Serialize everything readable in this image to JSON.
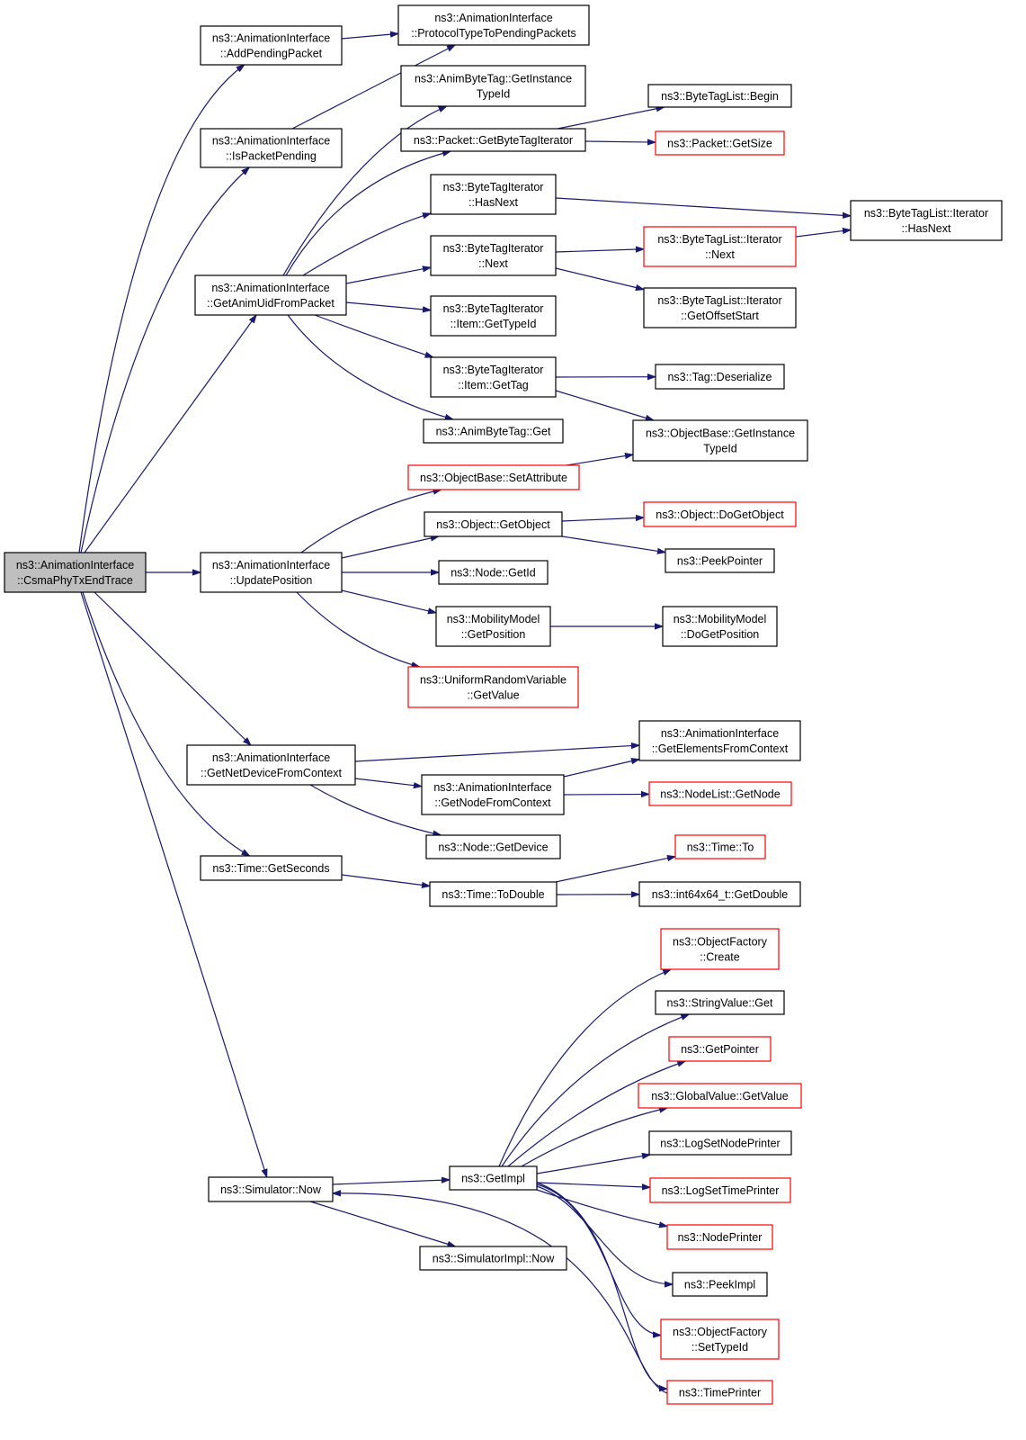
{
  "colors": {
    "edge": "#191970",
    "truncated_border": "#ff0000",
    "root_fill": "#bfbfbf",
    "border": "#000000"
  },
  "nodes": [
    {
      "id": "root",
      "lines": [
        "ns3::AnimationInterface",
        "::CsmaPhyTxEndTrace"
      ],
      "style": "root"
    },
    {
      "id": "add_pending",
      "lines": [
        "ns3::AnimationInterface",
        "::AddPendingPacket"
      ],
      "style": "normal"
    },
    {
      "id": "proto_type",
      "lines": [
        "ns3::AnimationInterface",
        "::ProtocolTypeToPendingPackets"
      ],
      "style": "normal"
    },
    {
      "id": "is_pending",
      "lines": [
        "ns3::AnimationInterface",
        "::IsPacketPending"
      ],
      "style": "normal"
    },
    {
      "id": "get_anim_uid",
      "lines": [
        "ns3::AnimationInterface",
        "::GetAnimUidFromPacket"
      ],
      "style": "normal"
    },
    {
      "id": "anim_gettypeid",
      "lines": [
        "ns3::AnimByteTag::GetInstance",
        "TypeId"
      ],
      "style": "normal"
    },
    {
      "id": "pkt_bytetagiter",
      "lines": [
        "ns3::Packet::GetByteTagIterator"
      ],
      "style": "normal"
    },
    {
      "id": "btl_begin",
      "lines": [
        "ns3::ByteTagList::Begin"
      ],
      "style": "normal"
    },
    {
      "id": "pkt_getsize",
      "lines": [
        "ns3::Packet::GetSize"
      ],
      "style": "trunc"
    },
    {
      "id": "bti_hasnext",
      "lines": [
        "ns3::ByteTagIterator",
        "::HasNext"
      ],
      "style": "normal"
    },
    {
      "id": "btli_hasnext",
      "lines": [
        "ns3::ByteTagList::Iterator",
        "::HasNext"
      ],
      "style": "normal"
    },
    {
      "id": "bti_next",
      "lines": [
        "ns3::ByteTagIterator",
        "::Next"
      ],
      "style": "normal"
    },
    {
      "id": "btli_next",
      "lines": [
        "ns3::ByteTagList::Iterator",
        "::Next"
      ],
      "style": "trunc"
    },
    {
      "id": "btli_offset",
      "lines": [
        "ns3::ByteTagList::Iterator",
        "::GetOffsetStart"
      ],
      "style": "normal"
    },
    {
      "id": "bti_item_typeid",
      "lines": [
        "ns3::ByteTagIterator",
        "::Item::GetTypeId"
      ],
      "style": "normal"
    },
    {
      "id": "bti_item_gettag",
      "lines": [
        "ns3::ByteTagIterator",
        "::Item::GetTag"
      ],
      "style": "normal"
    },
    {
      "id": "tag_deser",
      "lines": [
        "ns3::Tag::Deserialize"
      ],
      "style": "normal"
    },
    {
      "id": "anim_get",
      "lines": [
        "ns3::AnimByteTag::Get"
      ],
      "style": "normal"
    },
    {
      "id": "ob_gettypeid",
      "lines": [
        "ns3::ObjectBase::GetInstance",
        "TypeId"
      ],
      "style": "normal"
    },
    {
      "id": "ob_setattr",
      "lines": [
        "ns3::ObjectBase::SetAttribute"
      ],
      "style": "trunc"
    },
    {
      "id": "update_pos",
      "lines": [
        "ns3::AnimationInterface",
        "::UpdatePosition"
      ],
      "style": "normal"
    },
    {
      "id": "obj_getobject",
      "lines": [
        "ns3::Object::GetObject"
      ],
      "style": "normal"
    },
    {
      "id": "obj_dogetobject",
      "lines": [
        "ns3::Object::DoGetObject"
      ],
      "style": "trunc"
    },
    {
      "id": "peekpointer",
      "lines": [
        "ns3::PeekPointer"
      ],
      "style": "normal"
    },
    {
      "id": "node_getid",
      "lines": [
        "ns3::Node::GetId"
      ],
      "style": "normal"
    },
    {
      "id": "mm_getpos",
      "lines": [
        "ns3::MobilityModel",
        "::GetPosition"
      ],
      "style": "normal"
    },
    {
      "id": "mm_dogetpos",
      "lines": [
        "ns3::MobilityModel",
        "::DoGetPosition"
      ],
      "style": "normal"
    },
    {
      "id": "urv_getvalue",
      "lines": [
        "ns3::UniformRandomVariable",
        "::GetValue"
      ],
      "style": "trunc"
    },
    {
      "id": "get_netdev",
      "lines": [
        "ns3::AnimationInterface",
        "::GetNetDeviceFromContext"
      ],
      "style": "normal"
    },
    {
      "id": "get_elements",
      "lines": [
        "ns3::AnimationInterface",
        "::GetElementsFromContext"
      ],
      "style": "normal"
    },
    {
      "id": "get_nodefrom",
      "lines": [
        "ns3::AnimationInterface",
        "::GetNodeFromContext"
      ],
      "style": "normal"
    },
    {
      "id": "nodelist_getnode",
      "lines": [
        "ns3::NodeList::GetNode"
      ],
      "style": "trunc"
    },
    {
      "id": "node_getdevice",
      "lines": [
        "ns3::Node::GetDevice"
      ],
      "style": "normal"
    },
    {
      "id": "time_getseconds",
      "lines": [
        "ns3::Time::GetSeconds"
      ],
      "style": "normal"
    },
    {
      "id": "time_todouble",
      "lines": [
        "ns3::Time::ToDouble"
      ],
      "style": "normal"
    },
    {
      "id": "time_to",
      "lines": [
        "ns3::Time::To"
      ],
      "style": "trunc"
    },
    {
      "id": "int64_getdouble",
      "lines": [
        "ns3::int64x64_t::GetDouble"
      ],
      "style": "normal"
    },
    {
      "id": "of_create",
      "lines": [
        "ns3::ObjectFactory",
        "::Create"
      ],
      "style": "trunc"
    },
    {
      "id": "sv_get",
      "lines": [
        "ns3::StringValue::Get"
      ],
      "style": "normal"
    },
    {
      "id": "getpointer",
      "lines": [
        "ns3::GetPointer"
      ],
      "style": "trunc"
    },
    {
      "id": "gv_getvalue",
      "lines": [
        "ns3::GlobalValue::GetValue"
      ],
      "style": "trunc"
    },
    {
      "id": "log_nodeprinter",
      "lines": [
        "ns3::LogSetNodePrinter"
      ],
      "style": "normal"
    },
    {
      "id": "getimpl",
      "lines": [
        "ns3::GetImpl"
      ],
      "style": "normal"
    },
    {
      "id": "log_timeprinter",
      "lines": [
        "ns3::LogSetTimePrinter"
      ],
      "style": "trunc"
    },
    {
      "id": "sim_now",
      "lines": [
        "ns3::Simulator::Now"
      ],
      "style": "normal"
    },
    {
      "id": "nodeprinter",
      "lines": [
        "ns3::NodePrinter"
      ],
      "style": "trunc"
    },
    {
      "id": "peekimpl",
      "lines": [
        "ns3::PeekImpl"
      ],
      "style": "normal"
    },
    {
      "id": "simimpl_now",
      "lines": [
        "ns3::SimulatorImpl::Now"
      ],
      "style": "normal"
    },
    {
      "id": "of_settypeid",
      "lines": [
        "ns3::ObjectFactory",
        "::SetTypeId"
      ],
      "style": "trunc"
    },
    {
      "id": "timeprinter",
      "lines": [
        "ns3::TimePrinter"
      ],
      "style": "trunc"
    }
  ],
  "edges": [
    [
      "root",
      "add_pending"
    ],
    [
      "root",
      "is_pending"
    ],
    [
      "root",
      "get_anim_uid"
    ],
    [
      "root",
      "update_pos"
    ],
    [
      "root",
      "get_netdev"
    ],
    [
      "root",
      "time_getseconds"
    ],
    [
      "root",
      "sim_now"
    ],
    [
      "add_pending",
      "proto_type"
    ],
    [
      "is_pending",
      "proto_type"
    ],
    [
      "get_anim_uid",
      "anim_gettypeid"
    ],
    [
      "get_anim_uid",
      "pkt_bytetagiter"
    ],
    [
      "get_anim_uid",
      "bti_hasnext"
    ],
    [
      "get_anim_uid",
      "bti_next"
    ],
    [
      "get_anim_uid",
      "bti_item_typeid"
    ],
    [
      "get_anim_uid",
      "bti_item_gettag"
    ],
    [
      "get_anim_uid",
      "anim_get"
    ],
    [
      "pkt_bytetagiter",
      "btl_begin"
    ],
    [
      "pkt_bytetagiter",
      "pkt_getsize"
    ],
    [
      "bti_hasnext",
      "btli_hasnext"
    ],
    [
      "bti_next",
      "btli_next"
    ],
    [
      "bti_next",
      "btli_offset"
    ],
    [
      "btli_next",
      "btli_hasnext"
    ],
    [
      "bti_item_gettag",
      "tag_deser"
    ],
    [
      "bti_item_gettag",
      "ob_gettypeid"
    ],
    [
      "ob_setattr",
      "ob_gettypeid"
    ],
    [
      "update_pos",
      "ob_setattr"
    ],
    [
      "update_pos",
      "obj_getobject"
    ],
    [
      "update_pos",
      "node_getid"
    ],
    [
      "update_pos",
      "mm_getpos"
    ],
    [
      "update_pos",
      "urv_getvalue"
    ],
    [
      "obj_getobject",
      "obj_dogetobject"
    ],
    [
      "obj_getobject",
      "peekpointer"
    ],
    [
      "mm_getpos",
      "mm_dogetpos"
    ],
    [
      "get_netdev",
      "get_elements"
    ],
    [
      "get_netdev",
      "get_nodefrom"
    ],
    [
      "get_netdev",
      "node_getdevice"
    ],
    [
      "get_nodefrom",
      "get_elements"
    ],
    [
      "get_nodefrom",
      "nodelist_getnode"
    ],
    [
      "time_getseconds",
      "time_todouble"
    ],
    [
      "time_todouble",
      "time_to"
    ],
    [
      "time_todouble",
      "int64_getdouble"
    ],
    [
      "sim_now",
      "getimpl"
    ],
    [
      "sim_now",
      "simimpl_now"
    ],
    [
      "getimpl",
      "of_create"
    ],
    [
      "getimpl",
      "sv_get"
    ],
    [
      "getimpl",
      "getpointer"
    ],
    [
      "getimpl",
      "gv_getvalue"
    ],
    [
      "getimpl",
      "log_nodeprinter"
    ],
    [
      "getimpl",
      "log_timeprinter"
    ],
    [
      "getimpl",
      "nodeprinter"
    ],
    [
      "getimpl",
      "peekimpl"
    ],
    [
      "getimpl",
      "of_settypeid"
    ],
    [
      "getimpl",
      "timeprinter"
    ],
    [
      "timeprinter",
      "sim_now"
    ]
  ]
}
